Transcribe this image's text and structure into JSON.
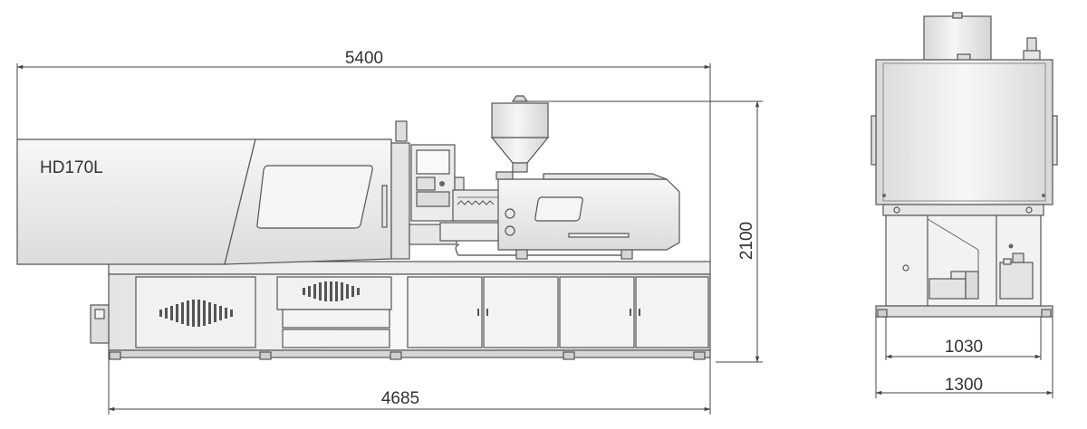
{
  "model": "HD170L",
  "dimensions": {
    "overall_length": "5400",
    "base_length": "4685",
    "height": "2100",
    "base_width": "1030",
    "overall_width": "1300"
  },
  "colors": {
    "outline": "#555555",
    "panel_fill": "#ececec",
    "panel_highlight": "#f8f8f8",
    "dimension_line": "#444444",
    "text": "#333333"
  }
}
